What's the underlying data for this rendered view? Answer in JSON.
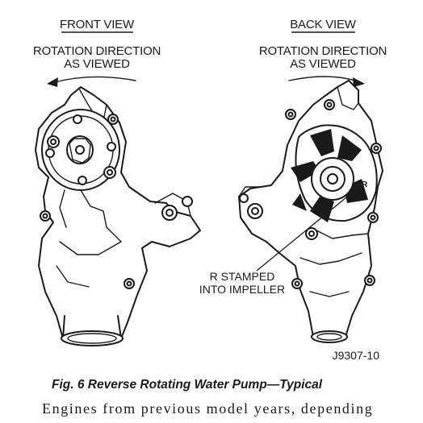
{
  "diagram": {
    "front_view": {
      "title": "FRONT VIEW",
      "rotation_line1": "ROTATION DIRECTION",
      "rotation_line2": "AS VIEWED"
    },
    "back_view": {
      "title": "BACK VIEW",
      "rotation_line1": "ROTATION DIRECTION",
      "rotation_line2": "AS VIEWED"
    },
    "callout": {
      "line1": "R STAMPED",
      "line2": "INTO IMPELLER"
    },
    "figure_id": "J9307-10"
  },
  "caption": "Fig. 6 Reverse Rotating Water Pump—Typical",
  "body_text": "Engines from previous model years, depending"
}
